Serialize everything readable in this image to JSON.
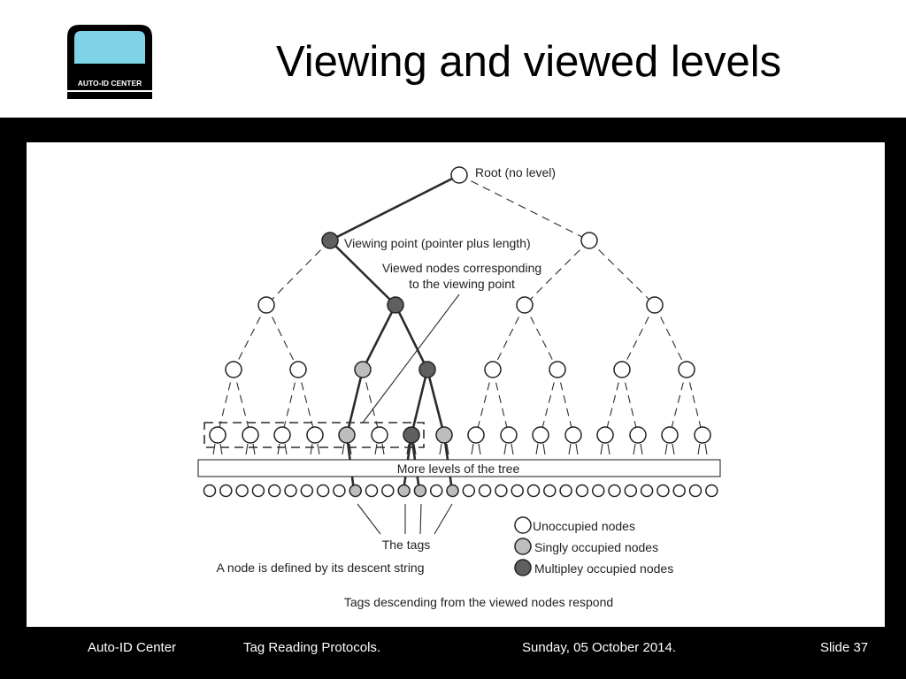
{
  "slide": {
    "title": "Viewing and viewed levels",
    "logo_text": "AUTO-ID CENTER"
  },
  "diagram": {
    "labels": {
      "root": "Root (no level)",
      "viewing_point": "Viewing point (pointer plus length)",
      "viewed_nodes_line1": "Viewed nodes corresponding",
      "viewed_nodes_line2": "to the viewing point",
      "more_levels": "More levels of the tree",
      "the_tags": "The tags",
      "descent": "A node is defined by its descent string",
      "respond": "Tags descending from the viewed nodes respond"
    },
    "legend": [
      {
        "label": "Unoccupied nodes",
        "color": "#ffffff"
      },
      {
        "label": "Singly occupied nodes",
        "color": "#bdbdbd"
      },
      {
        "label": "Multipley occupied nodes",
        "color": "#5f5f5f"
      }
    ],
    "colors": {
      "unoccupied": "#ffffff",
      "single": "#bdbdbd",
      "multiple": "#5f5f5f",
      "logo_screen": "#7fd3e6"
    }
  },
  "footer": {
    "org": "Auto-ID Center",
    "topic": "Tag Reading Protocols.",
    "date": "Sunday, 05 October 2014.",
    "slide": "Slide 37"
  }
}
